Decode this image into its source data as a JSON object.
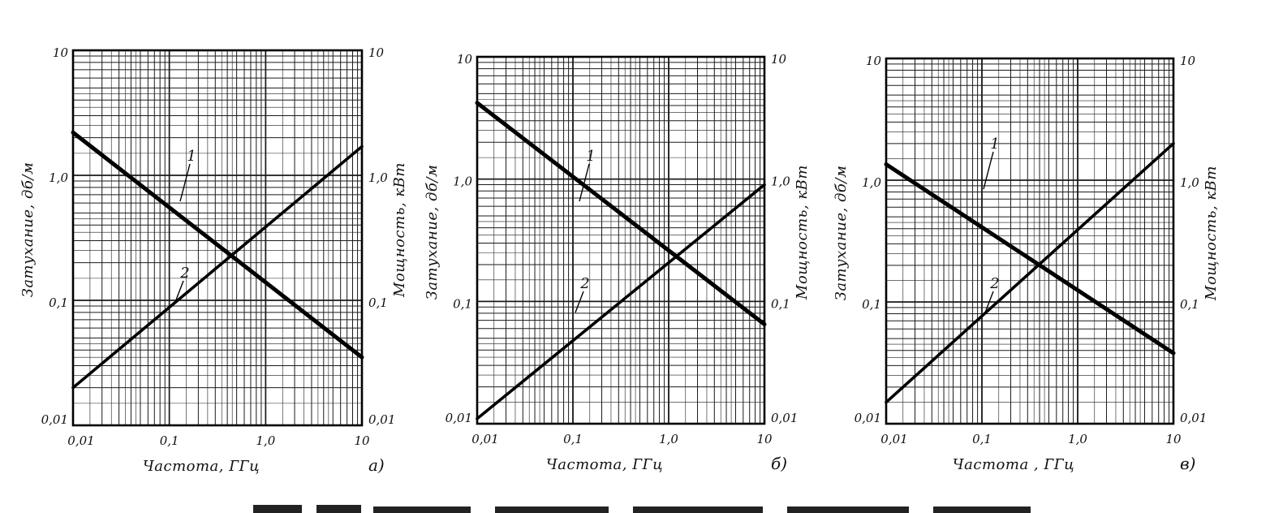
{
  "chart_data": [
    {
      "type": "line",
      "panel_label": "а)",
      "xlabel": "Частота, ГГц",
      "ylabel_left": "Затухание, дб/м",
      "ylabel_right": "Мощность, кВт",
      "x_scale": "log",
      "y_scale": "log",
      "xlim": [
        0.01,
        10
      ],
      "ylim": [
        0.01,
        10
      ],
      "x_ticks": [
        "0,01",
        "0,1",
        "1,0",
        "10"
      ],
      "y_ticks_left": [
        "0,01",
        "0,1",
        "1,0",
        "10"
      ],
      "y_ticks_right": [
        "0,01",
        "0,1",
        "1,0",
        "10"
      ],
      "grid": true,
      "series": [
        {
          "name": "1",
          "x": [
            0.01,
            10
          ],
          "y": [
            2.2,
            0.035
          ]
        },
        {
          "name": "2",
          "x": [
            0.01,
            10
          ],
          "y": [
            0.02,
            1.7
          ]
        }
      ]
    },
    {
      "type": "line",
      "panel_label": "б)",
      "xlabel": "Частота, ГГц",
      "ylabel_left": "Затухание, дб/м",
      "ylabel_right": "Мощность, кВт",
      "x_scale": "log",
      "y_scale": "log",
      "xlim": [
        0.01,
        10
      ],
      "ylim": [
        0.01,
        10
      ],
      "x_ticks": [
        "0,01",
        "0,1",
        "1,0",
        "10"
      ],
      "y_ticks_left": [
        "0,01",
        "0,1",
        "1,0",
        "10"
      ],
      "y_ticks_right": [
        "0,01",
        "0,1",
        "1,0",
        "10"
      ],
      "grid": true,
      "series": [
        {
          "name": "1",
          "x": [
            0.01,
            10
          ],
          "y": [
            4.2,
            0.065
          ]
        },
        {
          "name": "2",
          "x": [
            0.01,
            10
          ],
          "y": [
            0.011,
            0.9
          ]
        }
      ]
    },
    {
      "type": "line",
      "panel_label": "в)",
      "xlabel": "Частота , ГГц",
      "ylabel_left": "Затухание, дб/м",
      "ylabel_right": "Мощность, кВт",
      "x_scale": "log",
      "y_scale": "log",
      "xlim": [
        0.01,
        10
      ],
      "ylim": [
        0.01,
        10
      ],
      "x_ticks": [
        "0,01",
        "0,1",
        "1,0",
        "10"
      ],
      "y_ticks_left": [
        "0,01",
        "0,1",
        "1,0",
        "10"
      ],
      "y_ticks_right": [
        "0,01",
        "0,1",
        "1,0",
        "10"
      ],
      "grid": true,
      "series": [
        {
          "name": "1",
          "x": [
            0.01,
            10
          ],
          "y": [
            1.35,
            0.038
          ]
        },
        {
          "name": "2",
          "x": [
            0.01,
            10
          ],
          "y": [
            0.015,
            2.0
          ]
        }
      ]
    }
  ]
}
